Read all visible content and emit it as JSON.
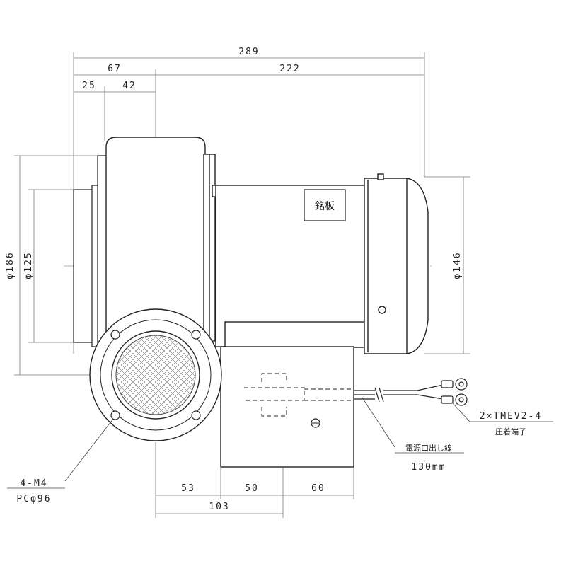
{
  "dimensions": {
    "overall_length": "289",
    "inlet_section": "67",
    "motor_section": "222",
    "flange_offset": "25",
    "housing_offset": "42",
    "housing_outer_dia": "φ186",
    "inlet_dia": "φ125",
    "motor_dia": "φ146",
    "outlet_left": "53",
    "outlet_mid": "50",
    "outlet_right": "60",
    "outlet_total": "103"
  },
  "labels": {
    "nameplate": "銘板",
    "terminal_line1": "2×TMEV2-4",
    "terminal_line2": "圧着端子",
    "lead_wire_line1": "電源口出し線",
    "lead_wire_line2": "130mm",
    "bolt_line1": "4-M4",
    "bolt_line2": "PCφ96"
  }
}
